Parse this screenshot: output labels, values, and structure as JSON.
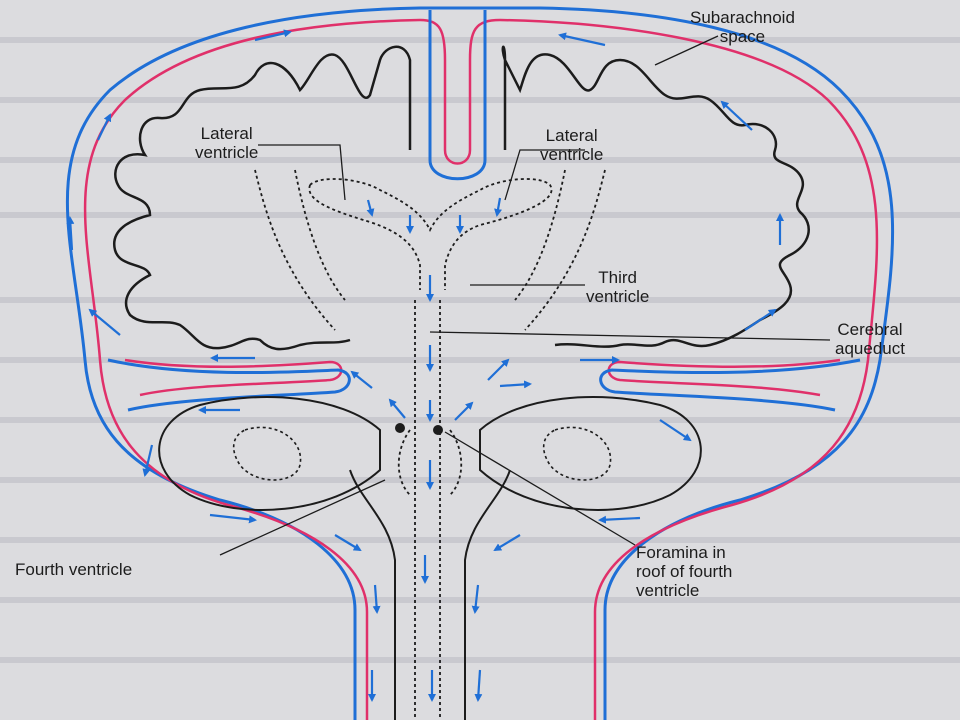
{
  "labels": {
    "subarachnoid_space": [
      "Subarachnoid",
      "space"
    ],
    "lateral_ventricle_left": [
      "Lateral",
      "ventricle"
    ],
    "lateral_ventricle_right": [
      "Lateral",
      "ventricle"
    ],
    "third_ventricle": [
      "Third",
      "ventricle"
    ],
    "cerebral_aqueduct": [
      "Cerebral",
      "aqueduct"
    ],
    "fourth_ventricle": [
      "Fourth ventricle"
    ],
    "foramina": [
      "Foramina in",
      "roof of fourth",
      "ventricle"
    ]
  },
  "colors": {
    "background": "#dcdcdf",
    "outline": "#1c1c1c",
    "blue_membrane": "#1f6fd6",
    "pink_membrane": "#e0306a",
    "flow_arrow": "#1f6fd6"
  }
}
